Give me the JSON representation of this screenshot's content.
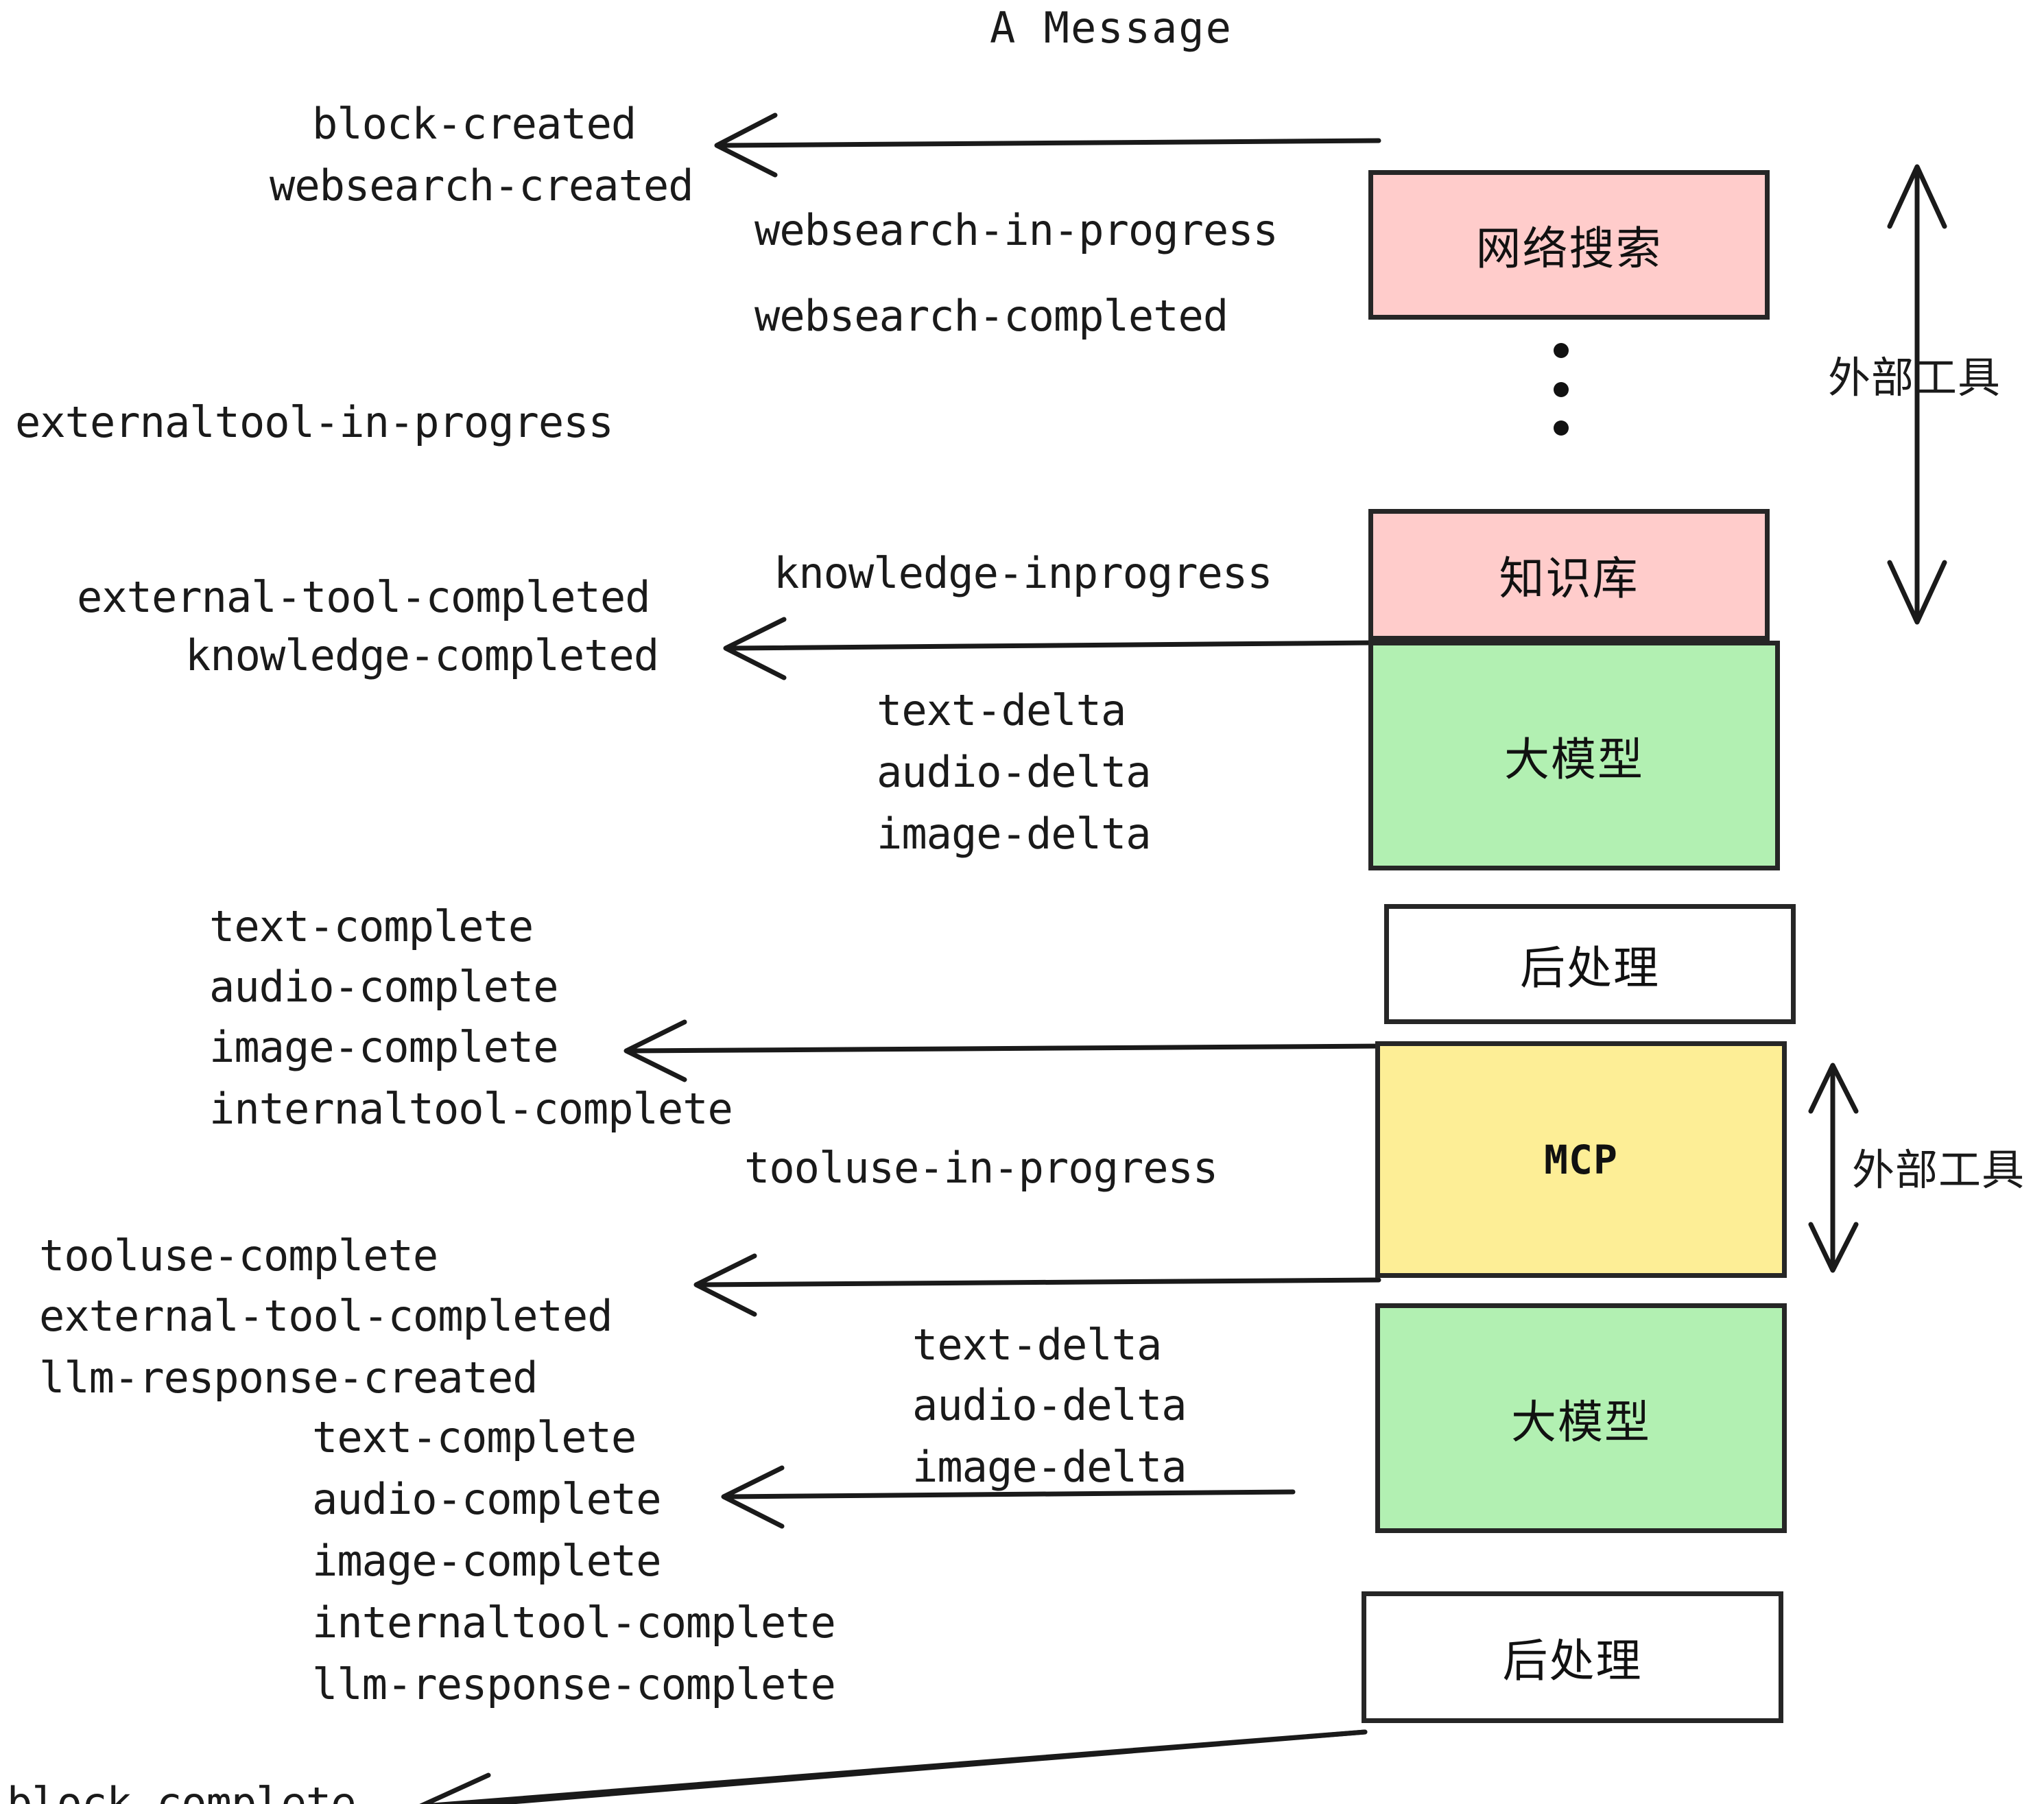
{
  "diagram": {
    "title": "A Message",
    "colors": {
      "pink": "#FFCCCB",
      "green": "#B2F0B2",
      "yellow": "#FDEE96",
      "white": "#FFFFFF",
      "stroke": "#262626",
      "text": "#1a1a1a"
    },
    "nodes": [
      {
        "id": "websearch",
        "label": "网络搜索",
        "fill": "#FFCCCB"
      },
      {
        "id": "knowledge",
        "label": "知识库",
        "fill": "#FFCCCB"
      },
      {
        "id": "llm-top",
        "label": "大模型",
        "fill": "#B2F0B2"
      },
      {
        "id": "postprocess-top",
        "label": "后处理",
        "fill": "#FFFFFF"
      },
      {
        "id": "mcp",
        "label": "MCP",
        "fill": "#FDEE96"
      },
      {
        "id": "llm-bottom",
        "label": "大模型",
        "fill": "#B2F0B2"
      },
      {
        "id": "postprocess-bottom",
        "label": "后处理",
        "fill": "#FFFFFF"
      }
    ],
    "side_annotations": [
      {
        "id": "external-tools-top",
        "label": "外部工具"
      },
      {
        "id": "external-tools-bottom",
        "label": "外部工具"
      }
    ],
    "events": [
      {
        "id": "block-created",
        "text": "block-created"
      },
      {
        "id": "websearch-created",
        "text": "websearch-created"
      },
      {
        "id": "websearch-in-progress",
        "text": "websearch-in-progress"
      },
      {
        "id": "websearch-completed",
        "text": "websearch-completed"
      },
      {
        "id": "externaltool-in-progress",
        "text": "externaltool-in-progress"
      },
      {
        "id": "knowledge-inprogress",
        "text": "knowledge-inprogress"
      },
      {
        "id": "external-tool-completed-1",
        "text": "external-tool-completed"
      },
      {
        "id": "knowledge-completed",
        "text": "knowledge-completed"
      },
      {
        "id": "text-delta-1",
        "text": "text-delta"
      },
      {
        "id": "audio-delta-1",
        "text": "audio-delta"
      },
      {
        "id": "image-delta-1",
        "text": "image-delta"
      },
      {
        "id": "text-complete-1",
        "text": "text-complete"
      },
      {
        "id": "audio-complete-1",
        "text": "audio-complete"
      },
      {
        "id": "image-complete-1",
        "text": "image-complete"
      },
      {
        "id": "internaltool-complete-1",
        "text": "internaltool-complete"
      },
      {
        "id": "tooluse-in-progress",
        "text": "tooluse-in-progress"
      },
      {
        "id": "tooluse-complete",
        "text": "tooluse-complete"
      },
      {
        "id": "external-tool-completed-2",
        "text": "external-tool-completed"
      },
      {
        "id": "llm-response-created",
        "text": "llm-response-created"
      },
      {
        "id": "text-delta-2",
        "text": "text-delta"
      },
      {
        "id": "audio-delta-2",
        "text": "audio-delta"
      },
      {
        "id": "image-delta-2",
        "text": "image-delta"
      },
      {
        "id": "text-complete-2",
        "text": "text-complete"
      },
      {
        "id": "audio-complete-2",
        "text": "audio-complete"
      },
      {
        "id": "image-complete-2",
        "text": "image-complete"
      },
      {
        "id": "internaltool-complete-2",
        "text": "internaltool-complete"
      },
      {
        "id": "llm-response-complete",
        "text": "llm-response-complete"
      },
      {
        "id": "block-complete",
        "text": "block-complete"
      }
    ]
  }
}
